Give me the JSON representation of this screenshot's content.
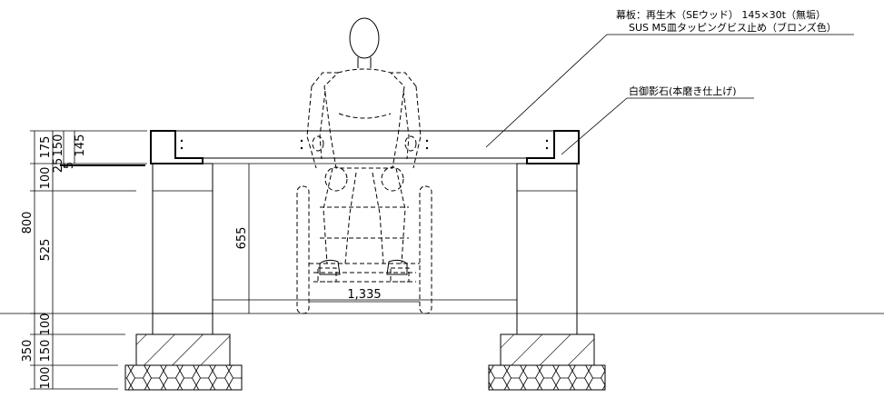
{
  "annotations": {
    "top_board_line1": "幕板：再生木（SEウッド） 145×30t（無垢）",
    "top_board_line2": "SUS M5皿タッピングビス止め（ブロンズ色）",
    "stone": "白御影石(本磨き仕上げ)"
  },
  "dimensions": {
    "total_height": "800",
    "seg_175": "175",
    "seg_25": "25",
    "seg_150": "150",
    "seg_5": "5",
    "seg_145": "145",
    "seg_100": "100",
    "seg_525": "525",
    "clear_height": "655",
    "span": "1,335",
    "foundation_total": "350",
    "f_100_top": "100",
    "f_150": "150",
    "f_100_bottom": "100"
  }
}
